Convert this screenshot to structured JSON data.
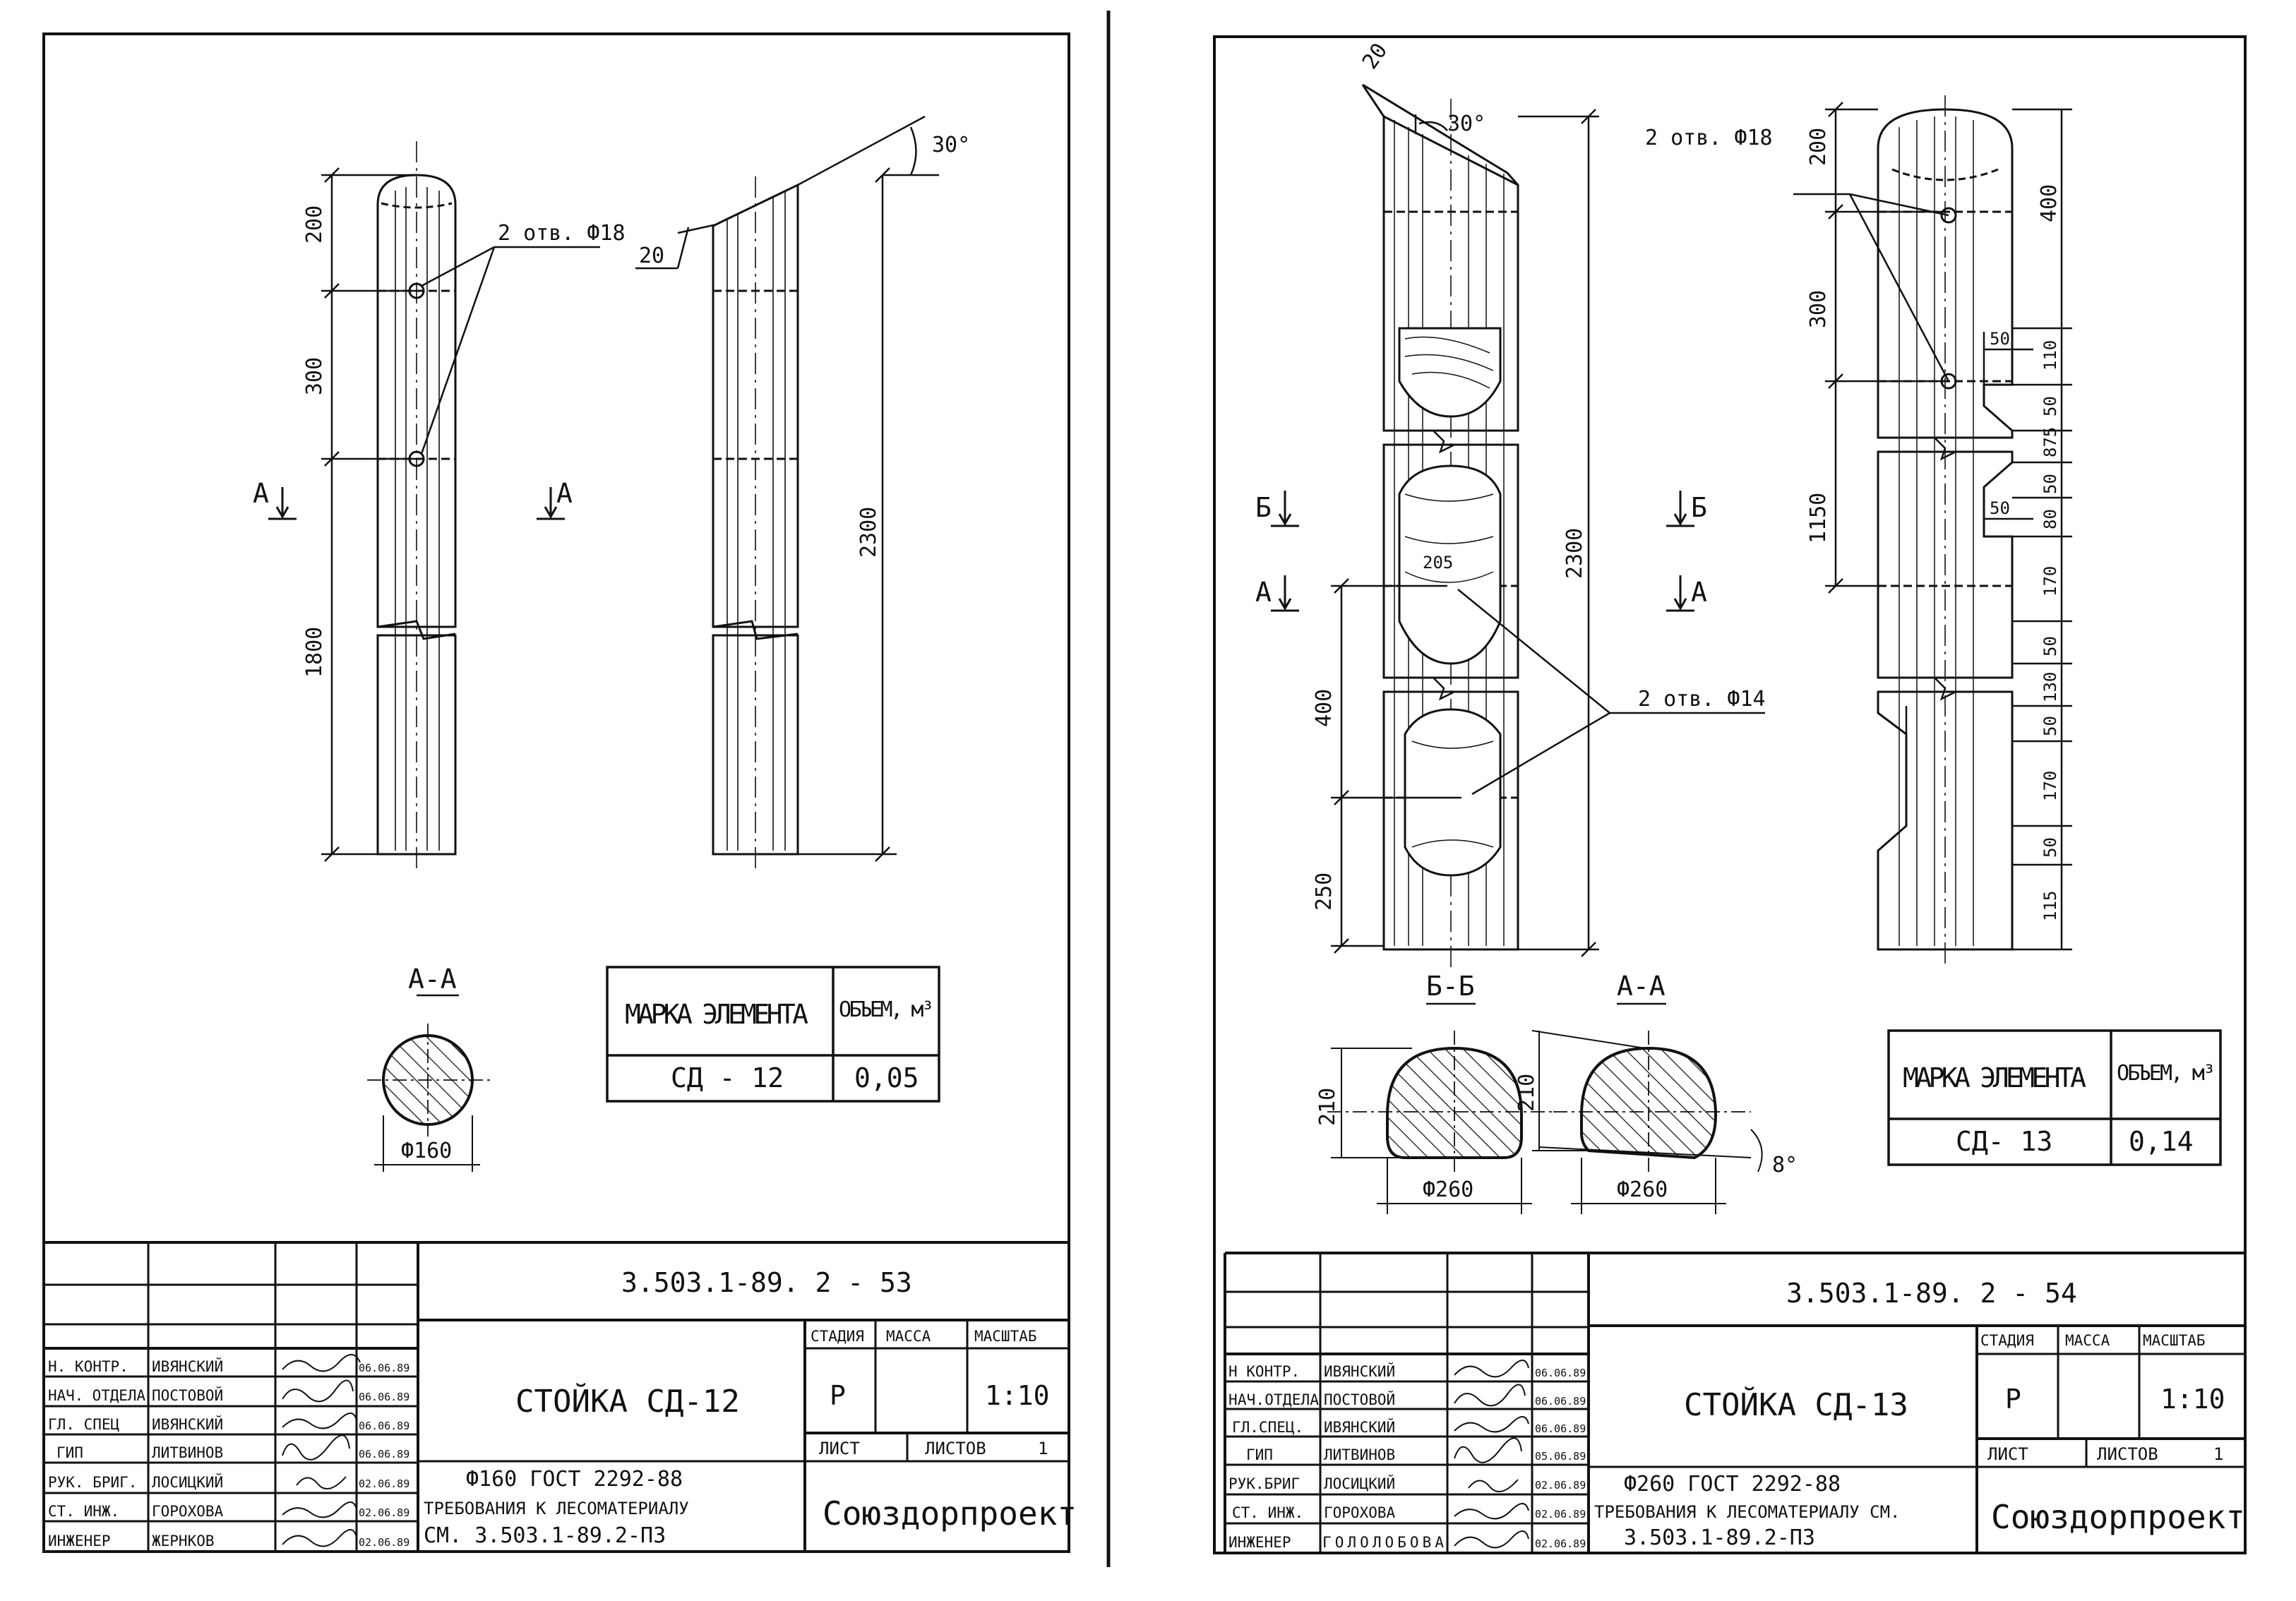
{
  "left_sheet": {
    "doc_code": "3.503.1-89. 2 - 53",
    "title": "СТОЙКА СД-12",
    "material": "Ф160 ГОСТ 2292-88",
    "note_line1": "ТРЕБОВАНИЯ К ЛЕСОМАТЕРИАЛУ",
    "note_line2": "СМ. 3.503.1-89.2-ПЗ",
    "stage_header": "СТАДИЯ",
    "mass_header": "МАССА",
    "scale_header": "МАСШТАБ",
    "stage": "Р",
    "scale": "1:10",
    "sheet_label": "ЛИСТ",
    "sheets_label": "ЛИСТОВ",
    "sheets_count": "1",
    "org": "Союздорпроект",
    "roles": [
      "Н. КОНТР.",
      "НАЧ. ОТДЕЛА",
      "ГЛ. СПЕЦ",
      "ГИП",
      "РУК. БРИГ.",
      "СТ. ИНЖ.",
      "ИНЖЕНЕР"
    ],
    "names": [
      "ИВЯНСКИЙ",
      "ПОСТОВОЙ",
      "ИВЯНСКИЙ",
      "ЛИТВИНОВ",
      "ЛОСИЦКИЙ",
      "ГОРОХОВА",
      "ЖЕРНКОВ"
    ],
    "dates": [
      "06.06.89",
      "06.06.89",
      "06.06.89",
      "06.06.89",
      "02.06.89",
      "02.06.89",
      "02.06.89"
    ],
    "dims": {
      "d200": "200",
      "d300": "300",
      "d1800": "1800",
      "d2300": "2300",
      "d20": "20",
      "angle": "30°"
    },
    "holes_label": "2 отв. Ф18",
    "section_mark": "А",
    "section_title": "А-А",
    "diameter": "Ф160",
    "table": {
      "header_mark": "МАРКА ЭЛЕМЕНТА",
      "header_volume": "ОБЪЕМ, м³",
      "mark": "СД - 12",
      "volume": "0,05"
    }
  },
  "right_sheet": {
    "doc_code": "3.503.1-89. 2 - 54",
    "title": "СТОЙКА СД-13",
    "material": "Ф260 ГОСТ 2292-88",
    "note_line1": "ТРЕБОВАНИЯ К ЛЕСОМАТЕРИАЛУ СМ.",
    "note_line2": "3.503.1-89.2-ПЗ",
    "stage_header": "СТАДИЯ",
    "mass_header": "МАССА",
    "scale_header": "МАСШТАБ",
    "stage": "Р",
    "scale": "1:10",
    "sheet_label": "ЛИСТ",
    "sheets_label": "ЛИСТОВ",
    "sheets_count": "1",
    "org": "Союздорпроект",
    "roles": [
      "Н КОНТР.",
      "НАЧ.ОТДЕЛА",
      "ГЛ.СПЕЦ.",
      "ГИП",
      "РУК.БРИГ",
      "СТ. ИНЖ.",
      "ИНЖЕНЕР"
    ],
    "names": [
      "ИВЯНСКИЙ",
      "ПОСТОВОЙ",
      "ИВЯНСКИЙ",
      "ЛИТВИНОВ",
      "ЛОСИЦКИЙ",
      "ГОРОХОВА",
      "ГОЛОЛОБОВА"
    ],
    "dates": [
      "06.06.89",
      "06.06.89",
      "06.06.89",
      "05.06.89",
      "02.06.89",
      "02.06.89",
      "02.06.89"
    ],
    "dims_left": {
      "d20": "20",
      "angle": "30°",
      "d400": "400",
      "d250": "250",
      "d2300": "2300",
      "d205": "205"
    },
    "dims_right": [
      "200",
      "400",
      "300",
      "110",
      "50",
      "875",
      "50",
      "80",
      "170",
      "50",
      "130",
      "50",
      "170",
      "50",
      "115",
      "1150"
    ],
    "notch_50a": "50",
    "notch_50b": "50",
    "holes_top": "2 отв. Ф18",
    "holes_bottom": "2 отв. Ф14",
    "mark_b": "Б",
    "mark_a": "А",
    "section_bb": "Б-Б",
    "section_aa": "А-А",
    "sec_h1": "210",
    "sec_h2": "210",
    "diameter1": "Ф260",
    "diameter2": "Ф260",
    "angle8": "8°",
    "table": {
      "header_mark": "МАРКА ЭЛЕМЕНТА",
      "header_volume": "ОБЪЕМ, м³",
      "mark": "СД- 13",
      "volume": "0,14"
    }
  }
}
